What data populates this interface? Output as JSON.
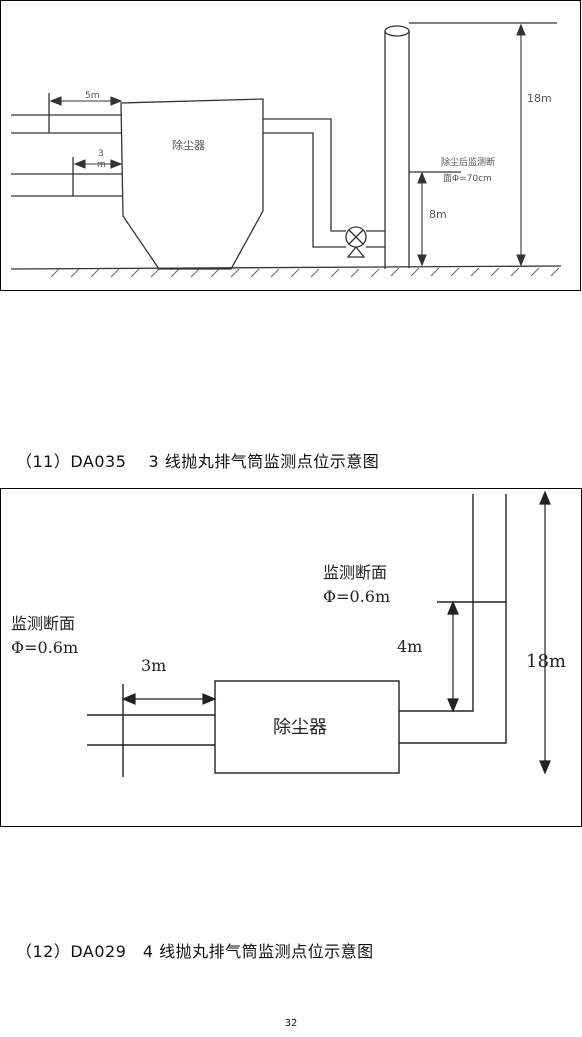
{
  "figure1": {
    "dust_collector": "除尘器",
    "dim_upper_inlet": "5m",
    "dim_lower_inlet_num": "3",
    "dim_lower_inlet_unit": "m",
    "stack_height": "18m",
    "section_height": "8m",
    "section_label_line1": "除尘后监测断",
    "section_label_line2": "面Φ=70cm"
  },
  "caption1": "（11）DA035　 3 线抛丸排气筒监测点位示意图",
  "figure2": {
    "dust_collector": "除尘器",
    "inlet_section_label": "监测断面",
    "inlet_section_diameter": "Φ=0.6m",
    "outlet_section_label": "监测断面",
    "outlet_section_diameter": "Φ=0.6m",
    "dim_inlet": "3m",
    "dim_outlet": "4m",
    "stack_height": "18m"
  },
  "caption2": "（12）DA029　4 线抛丸排气筒监测点位示意图",
  "page_number": "32"
}
